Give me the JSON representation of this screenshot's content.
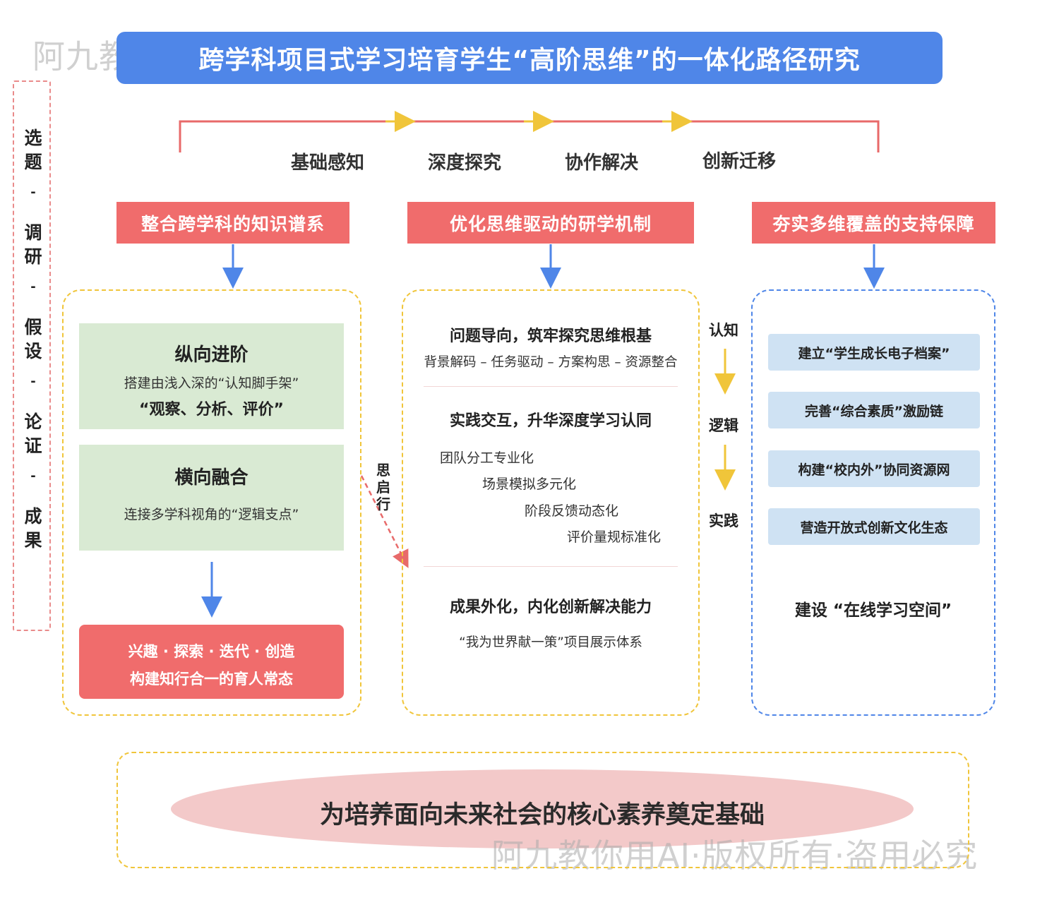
{
  "title": "跨学科项目式学习培育学生“高阶思维”的一体化路径研究",
  "watermark_top": "阿九教你用AI·版权所有·盗用必究",
  "watermark_bottom": "阿九教你用AI·版权所有·盗用必究",
  "left_process": [
    "选",
    "题",
    "-",
    "调",
    "研",
    "-",
    "假",
    "设",
    "-",
    "论",
    "证",
    "-",
    "成",
    "果"
  ],
  "stages": [
    "基础感知",
    "深度探究",
    "协作解决",
    "创新迁移"
  ],
  "columns": {
    "col1": {
      "header": "整合跨学科的知识谱系",
      "vertical": {
        "title": "纵向进阶",
        "line1": "搭建由浅入深的“认知脚手架”",
        "line2": "“观察、分析、评价”"
      },
      "horizontal": {
        "title": "横向融合",
        "line1": "连接多学科视角的“逻辑支点”"
      },
      "result": {
        "line1": "兴趣 · 探索 · 迭代 · 创造",
        "line2": "构建知行合一的育人常态"
      }
    },
    "col2": {
      "header": "优化思维驱动的研学机制",
      "s1_title": "问题导向，筑牢探究思维根基",
      "s1_sub": "背景解码 – 任务驱动 – 方案构思 – 资源整合",
      "s2_title": "实践交互，升华深度学习认同",
      "s2_items": [
        "团队分工专业化",
        "场景模拟多元化",
        "阶段反馈动态化",
        "评价量规标准化"
      ],
      "s3_title": "成果外化，内化创新解决能力",
      "s3_sub": "“我为世界献一策”项目展示体系"
    },
    "col3": {
      "header": "夯实多维覆盖的支持保障",
      "items": [
        "建立“学生成长电子档案”",
        "完善“综合素质”激励链",
        "构建“校内外”协同资源网",
        "营造开放式创新文化生态"
      ],
      "bottom": "建设 “在线学习空间”"
    }
  },
  "side_labels": {
    "think_act": [
      "思",
      "启",
      "行"
    ],
    "cognition": "认知",
    "logic": "逻辑",
    "practice": "实践"
  },
  "bottom_text": "为培养面向未来社会的核心素养奠定基础",
  "colors": {
    "blue": "#4f86e8",
    "red": "#f06c6c",
    "yellow": "#f0c53a",
    "green": "#d9ead3",
    "light_blue": "#cfe2f3",
    "pink": "#f3c9c9"
  }
}
